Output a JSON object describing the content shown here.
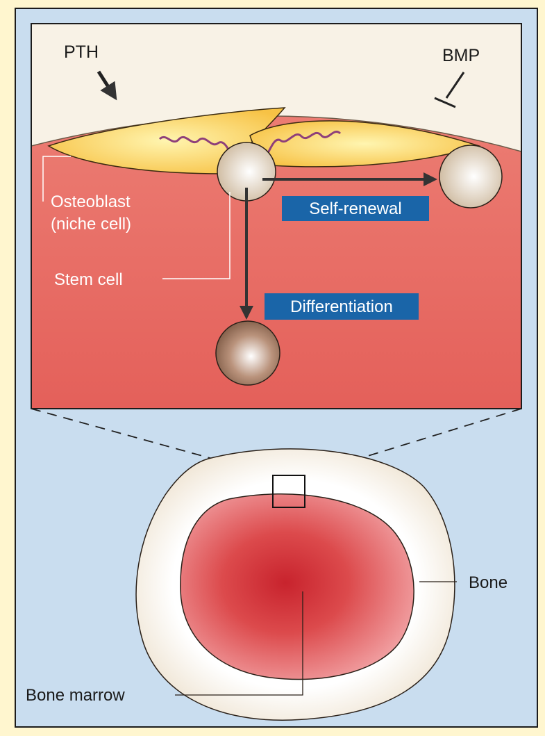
{
  "labels": {
    "pth": "PTH",
    "bmp": "BMP",
    "osteoblast_line1": "Osteoblast",
    "osteoblast_line2": "(niche cell)",
    "stem_cell": "Stem cell",
    "self_renewal": "Self-renewal",
    "differentiation": "Differentiation",
    "bone": "Bone",
    "bone_marrow": "Bone marrow"
  },
  "colors": {
    "page_background": "#fff6cf",
    "panel_background": "#c9ddef",
    "marrow_red": "#e96a62",
    "bone_cream": "#fbf5ea",
    "osteoblast_yellow": "#f9cb4e",
    "tag_blue": "#1a65a8",
    "signal_purple": "#8e3f7a"
  }
}
